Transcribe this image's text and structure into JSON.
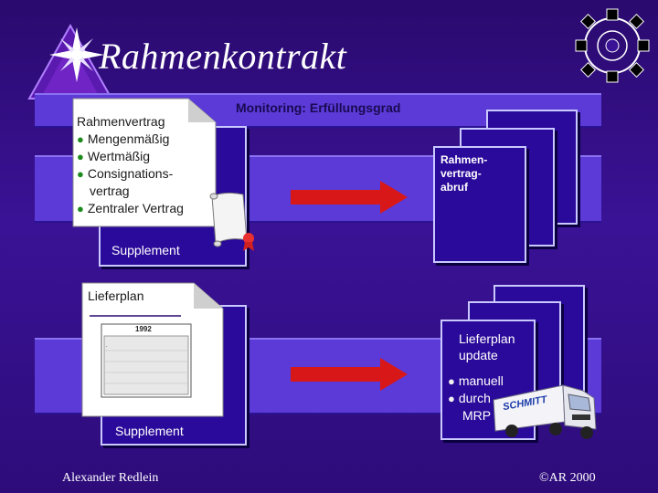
{
  "slide": {
    "title": "Rahmenkontrakt",
    "monitoring": "Monitoring:  Erfüllungsgrad",
    "contract_box": {
      "heading": "Rahmenvertrag",
      "items": [
        "Mengenmäßig",
        "Wertmäßig",
        "Consignations-",
        "vertrag",
        "Zentraler Vertrag"
      ]
    },
    "supplement_top": "Supplement",
    "call_off": [
      "Rahmen-",
      "vertrag-",
      "abruf"
    ],
    "delivery_plan": "Lieferplan",
    "calendar_year": "1992",
    "supplement_bottom": "Supplement",
    "update_box": {
      "lines": [
        "Lieferplan",
        "update"
      ],
      "items": [
        "manuell",
        "durch"
      ],
      "item_tail": "MRP"
    },
    "truck_label": "SCHMITT",
    "footer_left": "Alexander Redlein",
    "footer_right": "©AR 2000"
  }
}
